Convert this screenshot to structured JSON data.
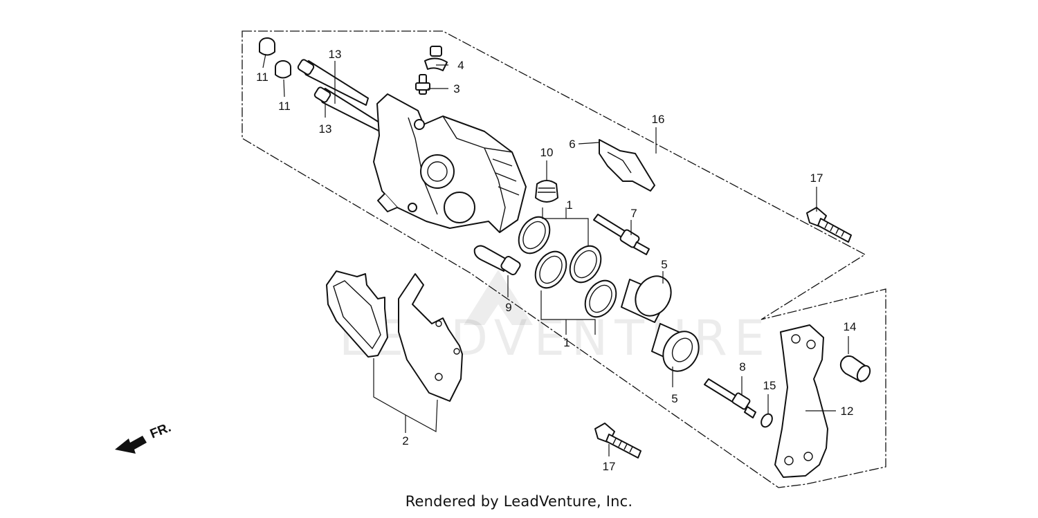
{
  "diagram": {
    "watermark": "LEADVENTURE",
    "footer": "Rendered by LeadVenture, Inc.",
    "front_label": "FR.",
    "callouts": [
      {
        "id": "c11a",
        "text": "11"
      },
      {
        "id": "c11b",
        "text": "11"
      },
      {
        "id": "c13a",
        "text": "13"
      },
      {
        "id": "c13b",
        "text": "13"
      },
      {
        "id": "c4",
        "text": "4"
      },
      {
        "id": "c3",
        "text": "3"
      },
      {
        "id": "c16",
        "text": "16"
      },
      {
        "id": "c6",
        "text": "6"
      },
      {
        "id": "c10",
        "text": "10"
      },
      {
        "id": "c1a",
        "text": "1"
      },
      {
        "id": "c1b",
        "text": "1"
      },
      {
        "id": "c7",
        "text": "7"
      },
      {
        "id": "c17a",
        "text": "17"
      },
      {
        "id": "c17b",
        "text": "17"
      },
      {
        "id": "c5a",
        "text": "5"
      },
      {
        "id": "c5b",
        "text": "5"
      },
      {
        "id": "c9",
        "text": "9"
      },
      {
        "id": "c14",
        "text": "14"
      },
      {
        "id": "c8",
        "text": "8"
      },
      {
        "id": "c15",
        "text": "15"
      },
      {
        "id": "c12",
        "text": "12"
      },
      {
        "id": "c2",
        "text": "2"
      }
    ]
  }
}
